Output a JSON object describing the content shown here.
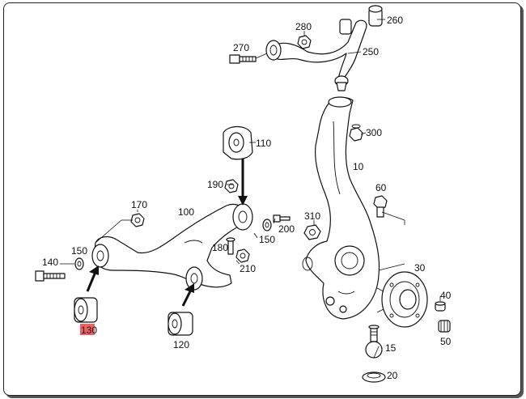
{
  "callouts": {
    "c10": "10",
    "c15": "15",
    "c20": "20",
    "c30": "30",
    "c40": "40",
    "c50": "50",
    "c60": "60",
    "c100": "100",
    "c110": "110",
    "c120": "120",
    "c130": "130",
    "c140": "140",
    "c150a": "150",
    "c150b": "150",
    "c170": "170",
    "c180": "180",
    "c190": "190",
    "c200": "200",
    "c210": "210",
    "c250": "250",
    "c260": "260",
    "c270": "270",
    "c280": "280",
    "c300": "300",
    "c310": "310"
  },
  "highlight_color": "#ef4444"
}
